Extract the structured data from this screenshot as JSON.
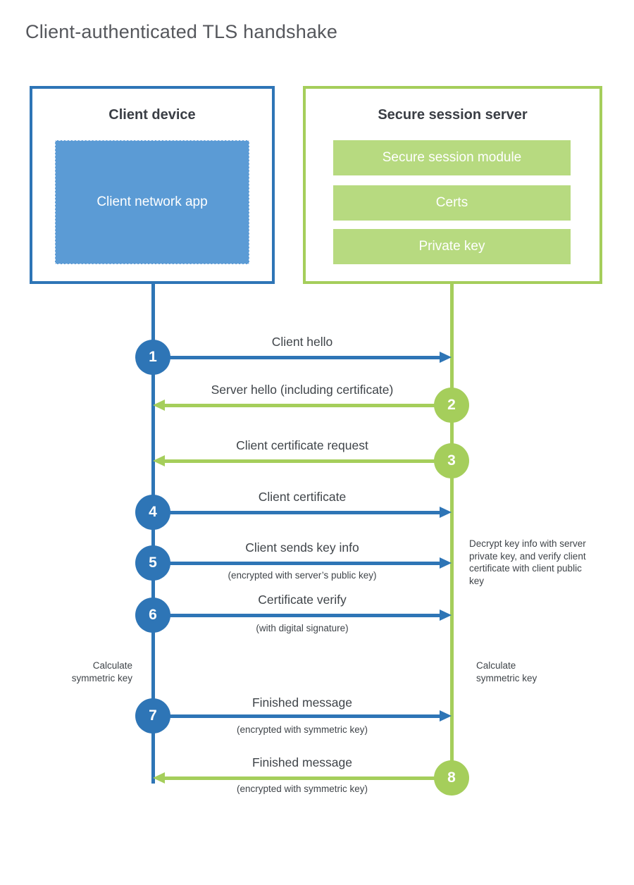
{
  "title": "Client-authenticated TLS handshake",
  "colors": {
    "blue_stroke": "#2E75B6",
    "blue_fill": "#5B9BD5",
    "green_stroke": "#A5CE5B",
    "green_fill": "#B7DA80",
    "text_dark": "#3F4449",
    "title_gray": "#55575C",
    "white": "#FFFFFF"
  },
  "client": {
    "title": "Client device",
    "app_label": "Client network app"
  },
  "server": {
    "title": "Secure session server",
    "modules": [
      "Secure session module",
      "Certs",
      "Private key"
    ]
  },
  "messages": [
    {
      "num": "1",
      "from": "client",
      "direction": "right",
      "label": "Client hello",
      "sublabel": ""
    },
    {
      "num": "2",
      "from": "server",
      "direction": "left",
      "label": "Server hello (including certificate)",
      "sublabel": ""
    },
    {
      "num": "3",
      "from": "server",
      "direction": "left",
      "label": "Client certificate request",
      "sublabel": ""
    },
    {
      "num": "4",
      "from": "client",
      "direction": "right",
      "label": "Client certificate",
      "sublabel": ""
    },
    {
      "num": "5",
      "from": "client",
      "direction": "right",
      "label": "Client sends key info",
      "sublabel": "(encrypted with server’s public key)"
    },
    {
      "num": "6",
      "from": "client",
      "direction": "right",
      "label": "Certificate verify",
      "sublabel": "(with digital signature)"
    },
    {
      "num": "7",
      "from": "client",
      "direction": "right",
      "label": "Finished message",
      "sublabel": "(encrypted with symmetric key)"
    },
    {
      "num": "8",
      "from": "server",
      "direction": "left",
      "label": "Finished message",
      "sublabel": "(encrypted with symmetric key)"
    }
  ],
  "notes": {
    "decrypt": "Decrypt key info with server private key, and verify client certificate with client public key",
    "calc_left": "Calculate symmetric key",
    "calc_right": "Calculate symmetric key"
  }
}
